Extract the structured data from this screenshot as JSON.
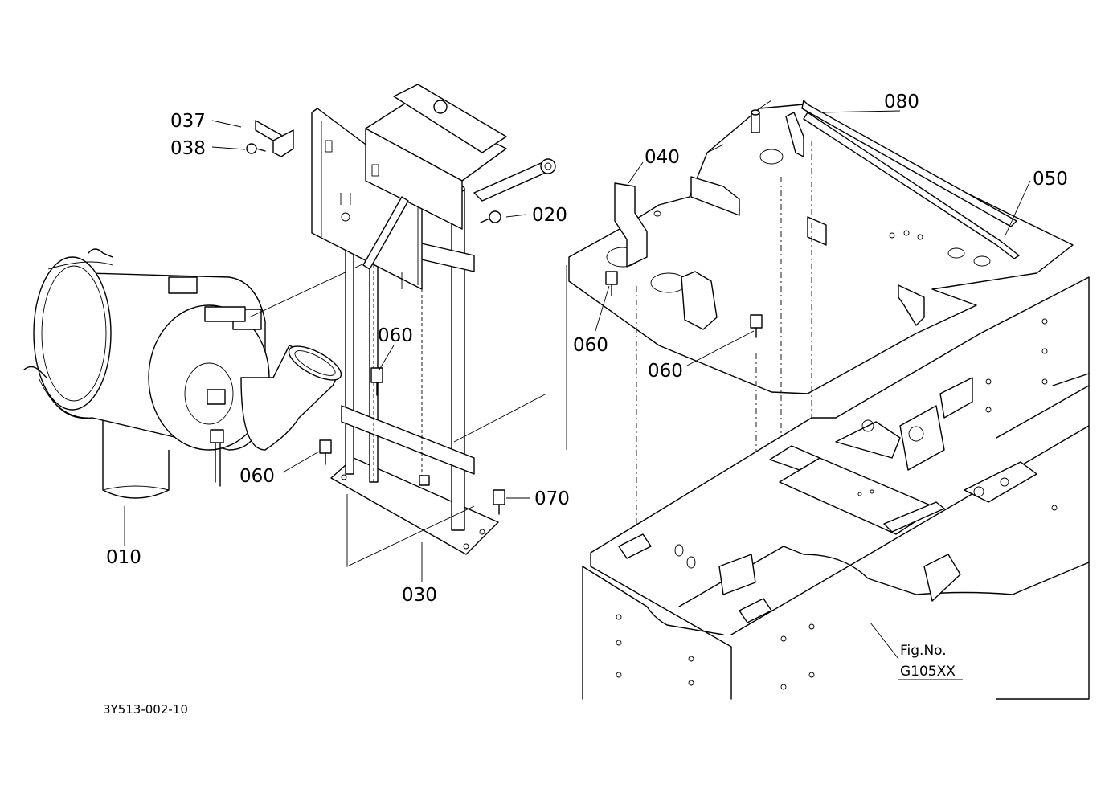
{
  "diagram": {
    "drawing_number": "3Y513-002-10",
    "figure_reference": {
      "line1": "Fig.No.",
      "line2": "G105XX"
    },
    "part_labels": {
      "p010": "010",
      "p020": "020",
      "p030": "030",
      "p037": "037",
      "p038": "038",
      "p040": "040",
      "p050": "050",
      "p060a": "060",
      "p060b": "060",
      "p060c": "060",
      "p060d": "060",
      "p070": "070",
      "p080": "080"
    },
    "colors": {
      "line": "#000000",
      "background": "#ffffff"
    }
  }
}
